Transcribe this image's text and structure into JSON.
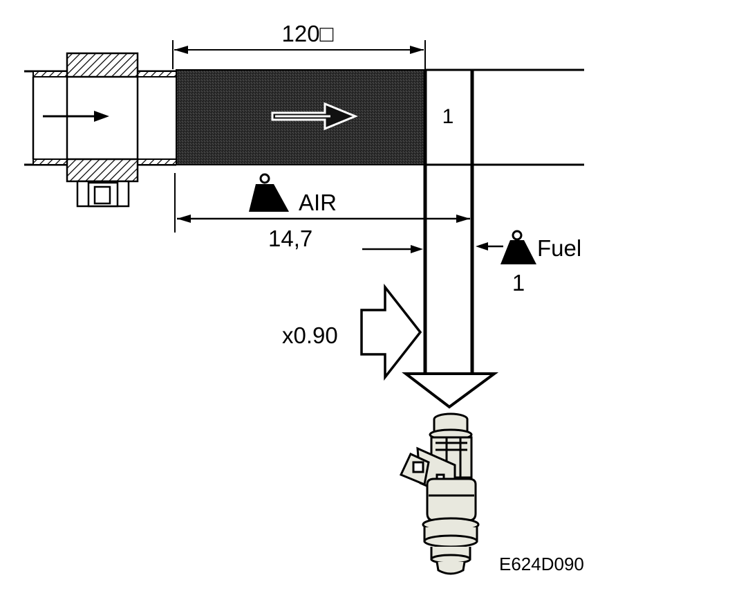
{
  "labels": {
    "duct_length": "120□",
    "section_number": "1",
    "air": "AIR",
    "air_ratio": "14,7",
    "fuel": "Fuel",
    "fuel_ratio": "1",
    "correction_factor": "x0.90",
    "figure_code": "E624D090"
  },
  "icons": {
    "air_weight": "weight-icon",
    "fuel_weight": "weight-icon",
    "injector": "fuel-injector-icon",
    "sensor": "air-mass-sensor-icon"
  },
  "colors": {
    "ink": "#000000",
    "injector_fill": "#e8e8de",
    "air_column": "#333333"
  }
}
